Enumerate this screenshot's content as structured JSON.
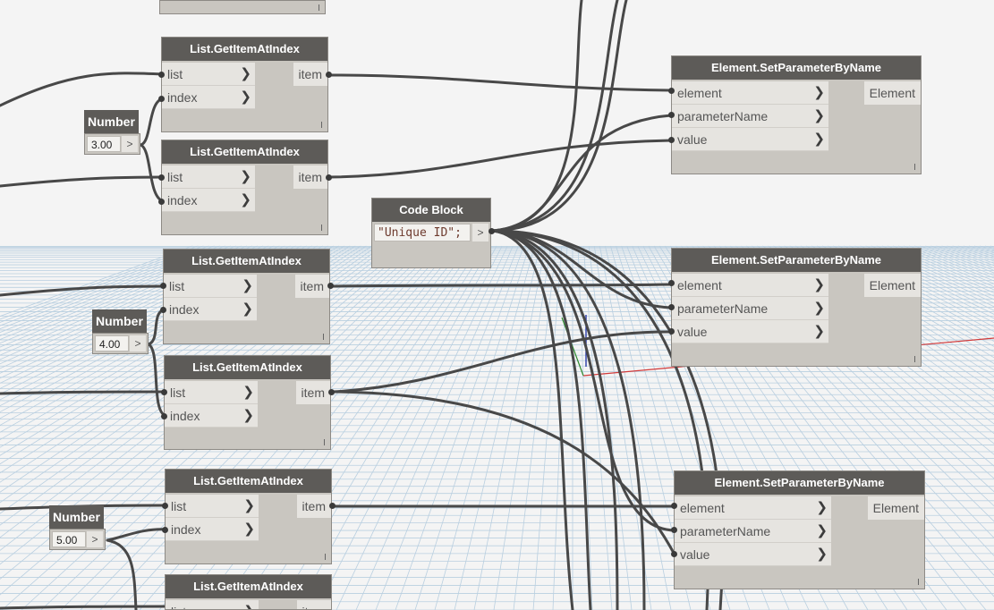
{
  "colors": {
    "canvas_bg": "#f4f4f4",
    "node_header": "#5d5b58",
    "node_body": "#c9c6c0",
    "port_bg": "#e6e4e0",
    "wire": "#484848",
    "grid_line": "#b9cfe0",
    "axis_red": "#d23a3a",
    "axis_green": "#2f8a2f",
    "axis_blue": "#2a3aa8"
  },
  "list_nodes": [
    {
      "title": "List.GetItemAtIndex",
      "inputs": [
        "list",
        "index"
      ],
      "output": "item"
    },
    {
      "title": "List.GetItemAtIndex",
      "inputs": [
        "list",
        "index"
      ],
      "output": "item"
    },
    {
      "title": "List.GetItemAtIndex",
      "inputs": [
        "list",
        "index"
      ],
      "output": "item"
    },
    {
      "title": "List.GetItemAtIndex",
      "inputs": [
        "list",
        "index"
      ],
      "output": "item"
    },
    {
      "title": "List.GetItemAtIndex",
      "inputs": [
        "list",
        "index"
      ],
      "output": "item"
    },
    {
      "title": "List.GetItemAtIndex",
      "inputs": [
        "list"
      ],
      "output": "item"
    }
  ],
  "number_nodes": [
    {
      "title": "Number",
      "value": "3.00",
      "chevron": ">"
    },
    {
      "title": "Number",
      "value": "4.00",
      "chevron": ">"
    },
    {
      "title": "Number",
      "value": "5.00",
      "chevron": ">"
    }
  ],
  "code_block": {
    "title": "Code Block",
    "code": "\"Unique ID\";",
    "chevron": ">"
  },
  "set_nodes": [
    {
      "title": "Element.SetParameterByName",
      "inputs": [
        "element",
        "parameterName",
        "value"
      ],
      "output": "Element"
    },
    {
      "title": "Element.SetParameterByName",
      "inputs": [
        "element",
        "parameterName",
        "value"
      ],
      "output": "Element"
    },
    {
      "title": "Element.SetParameterByName",
      "inputs": [
        "element",
        "parameterName",
        "value"
      ],
      "output": "Element"
    }
  ],
  "port_arrow": "❯"
}
